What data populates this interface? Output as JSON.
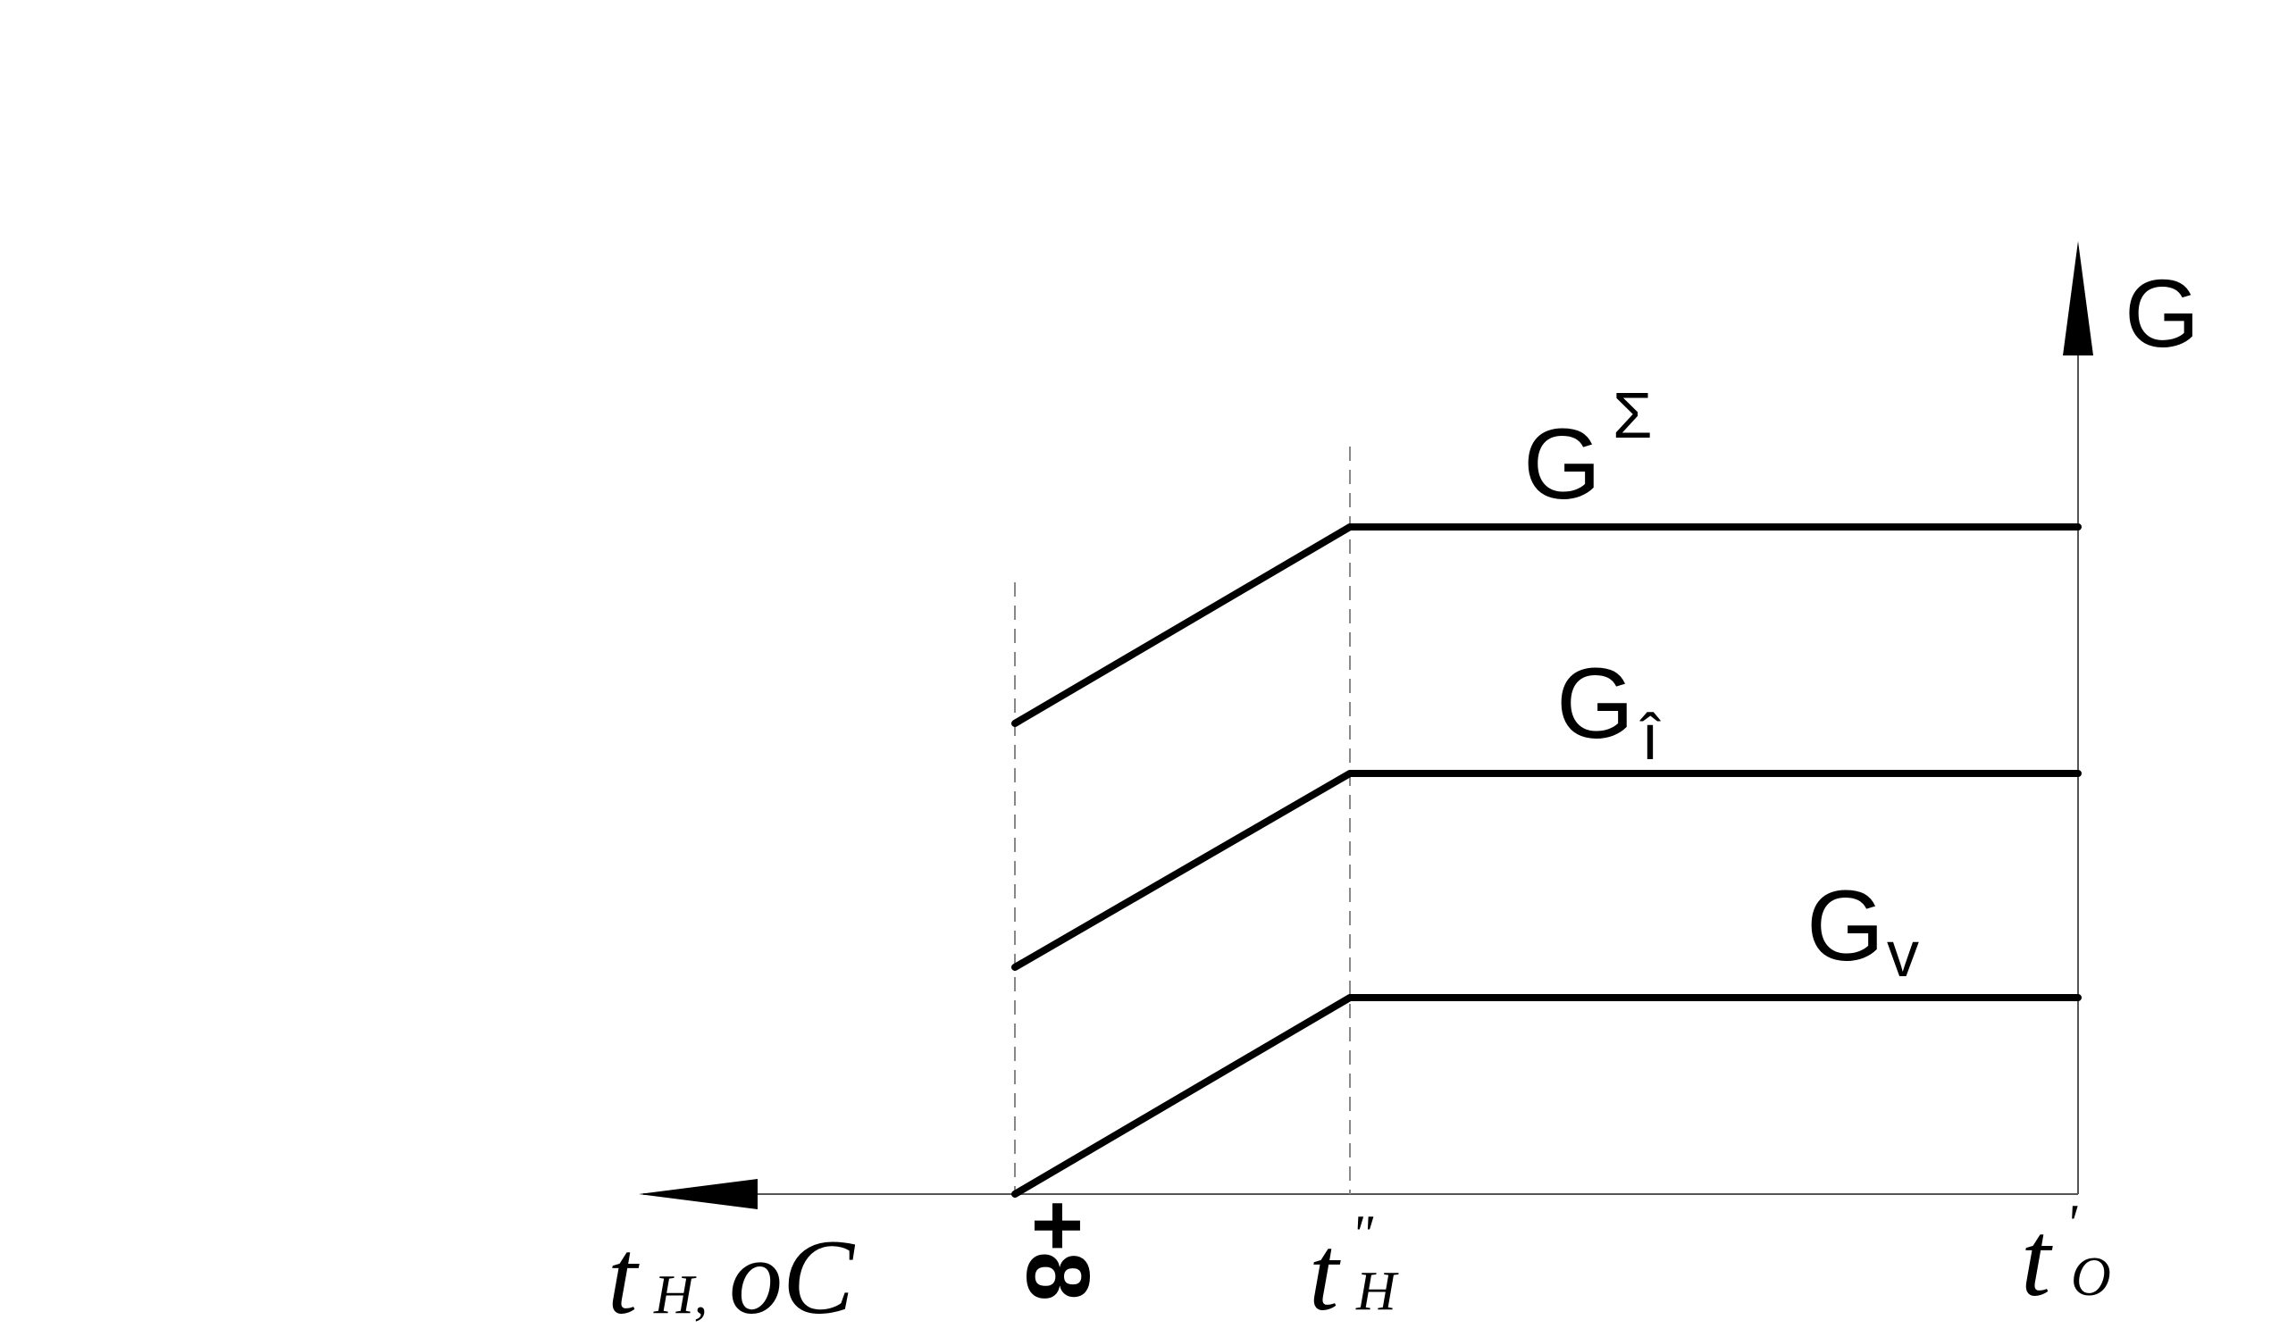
{
  "axes": {
    "x_label_main": "t",
    "x_label_sub": "H,",
    "x_label_unit": "oC",
    "y_label": "G"
  },
  "ticks": {
    "plus8": "+8",
    "tH_main": "t",
    "tH_prime": "\"",
    "tH_sub": "H",
    "tO_main": "t",
    "tO_prime": "'",
    "tO_sub": "O"
  },
  "curves": {
    "sum": {
      "main": "G",
      "sup": "Σ"
    },
    "o": {
      "main": "G",
      "sub": "î"
    },
    "v": {
      "main": "G",
      "sub": "v"
    }
  },
  "colors": {
    "line": "#000000",
    "axis": "#555555",
    "guide": "#888888"
  }
}
